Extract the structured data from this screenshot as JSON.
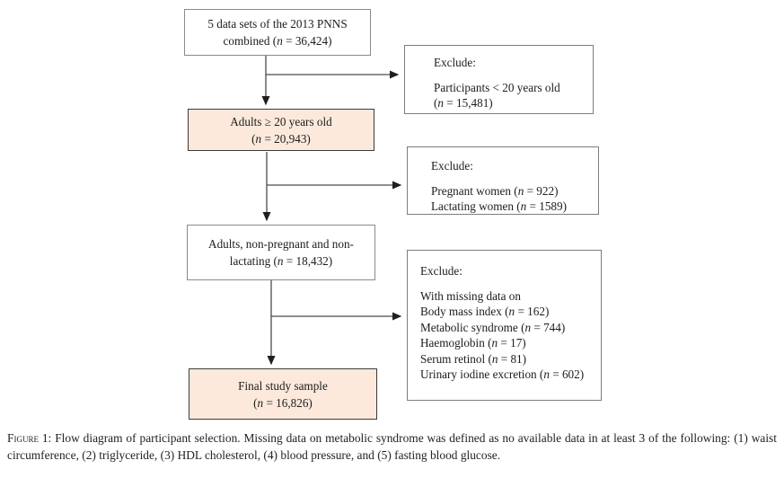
{
  "flow": {
    "main_boxes": [
      {
        "lines": [
          "5 data sets of the 2013 PNNS",
          "combined (n = 36,424)"
        ],
        "highlighted": false
      },
      {
        "lines": [
          "Adults ≥ 20 years old",
          "(n = 20,943)"
        ],
        "highlighted": true
      },
      {
        "lines": [
          "Adults, non-pregnant and non-",
          "lactating (n = 18,432)"
        ],
        "highlighted": false
      },
      {
        "lines": [
          "Final study sample",
          "(n = 16,826)"
        ],
        "highlighted": true
      }
    ],
    "exclude_boxes": [
      {
        "title": "Exclude:",
        "lines": [
          "Participants < 20 years old",
          "(n = 15,481)"
        ]
      },
      {
        "title": "Exclude:",
        "lines": [
          "Pregnant women (n = 922)",
          "Lactating women (n = 1589)"
        ]
      },
      {
        "title": "Exclude:",
        "lines": [
          "With missing data on",
          "Body mass index (n = 162)",
          "Metabolic syndrome (n = 744)",
          "Haemoglobin (n = 17)",
          "Serum retinol (n = 81)",
          "Urinary iodine excretion (n = 602)"
        ]
      }
    ]
  },
  "caption": {
    "label": "Figure 1:",
    "text": "Flow diagram of participant selection. Missing data on metabolic syndrome was defined as no available data in at least 3 of the following: (1) waist circumference, (2) triglyceride, (3) HDL cholesterol, (4) blood pressure, and (5) fasting blood glucose."
  },
  "colors": {
    "highlight_fill": "#fce9dc",
    "plain_fill": "#ffffff",
    "highlight_border": "#3a3a3a",
    "plain_border": "#8a8a8a",
    "arrow": "#4a4a4a"
  }
}
